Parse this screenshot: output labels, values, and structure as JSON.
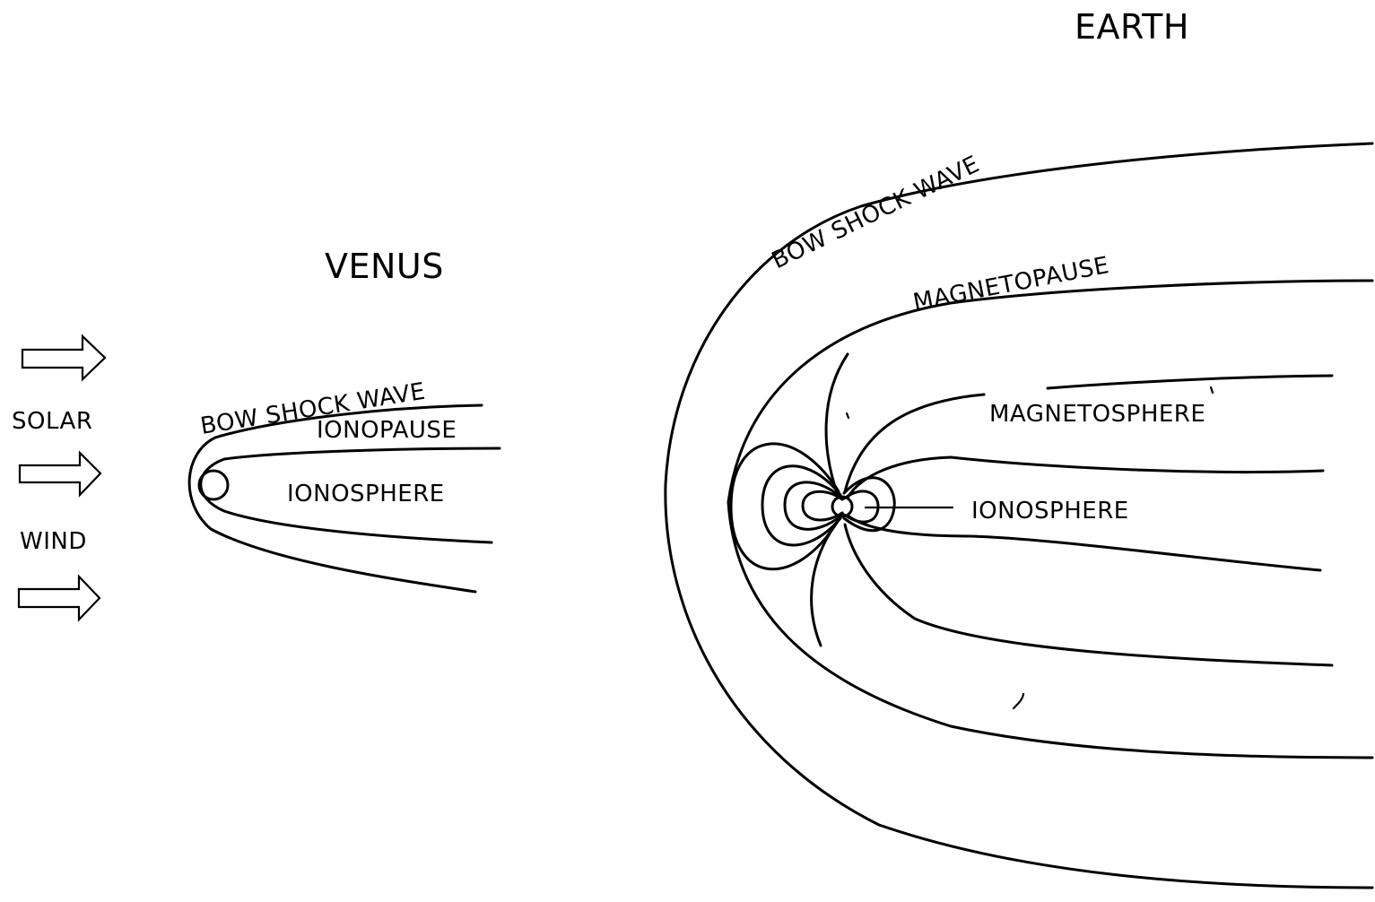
{
  "solar_wind": {
    "word1": "SOLAR",
    "word2": "WIND"
  },
  "venus": {
    "title": "VENUS",
    "bow_shock_wave": "BOW  SHOCK  WAVE",
    "ionopause": "IONOPAUSE",
    "ionosphere": "IONOSPHERE"
  },
  "earth": {
    "title": "EARTH",
    "bow_shock_wave": "BOW   SHOCK   WAVE",
    "magnetopause": "MAGNETOPAUSE",
    "magnetosphere": "MAGNETOSPHERE",
    "ionosphere": "IONOSPHERE"
  },
  "colors": {
    "ink": "#000000",
    "paper": "#ffffff"
  }
}
